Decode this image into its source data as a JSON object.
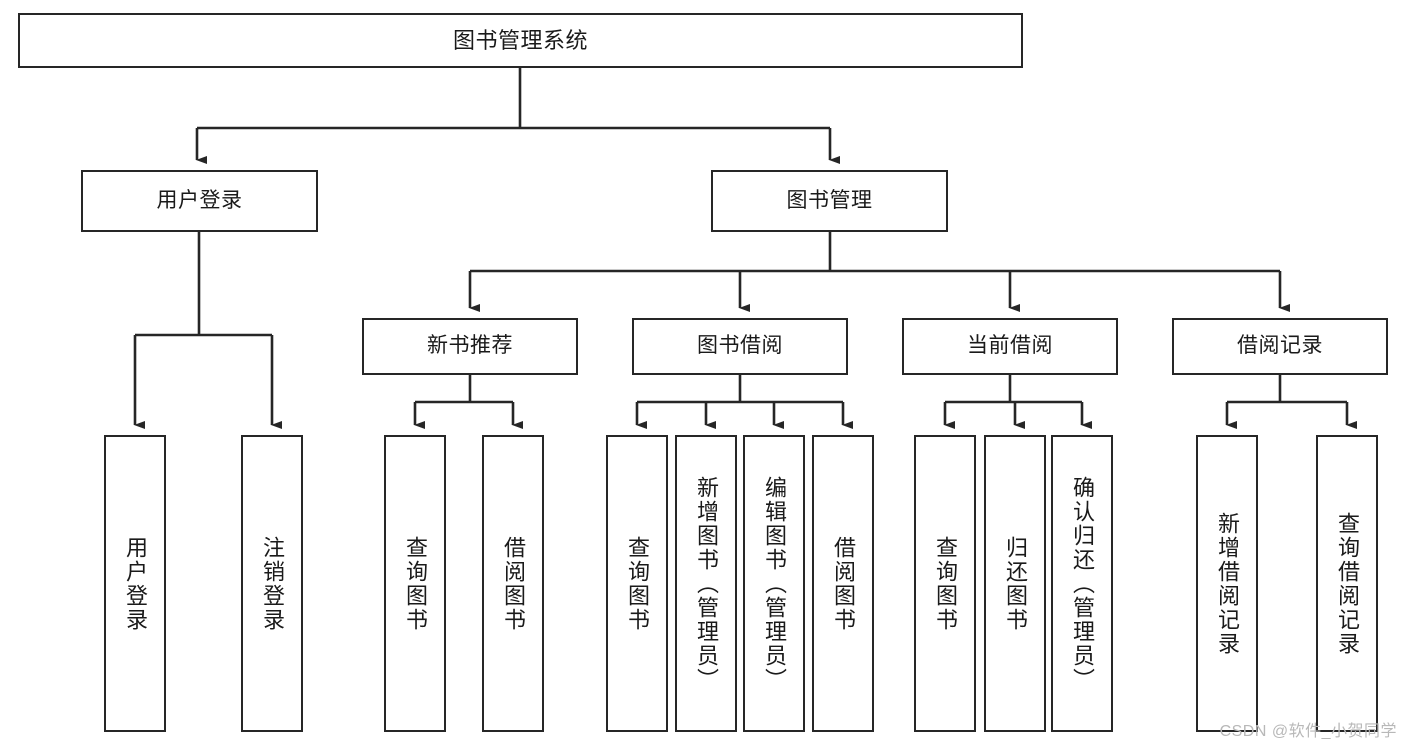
{
  "diagram": {
    "type": "tree-hierarchy-chart",
    "title": "图书管理系统",
    "orientation": "top-down",
    "colors": {
      "box_border": "#262626",
      "box_fill": "#ffffff",
      "connector": "#262626",
      "text": "#1a1a1a",
      "watermark": "#b8b8b8",
      "background": "#ffffff"
    },
    "levels": [
      {
        "level": 1,
        "nodes": [
          {
            "id": "root",
            "label": "图书管理系统",
            "text_orientation": "horizontal"
          }
        ]
      },
      {
        "level": 2,
        "nodes": [
          {
            "id": "user-login",
            "label": "用户登录",
            "text_orientation": "horizontal",
            "parent": "root"
          },
          {
            "id": "book-manage",
            "label": "图书管理",
            "text_orientation": "horizontal",
            "parent": "root"
          }
        ]
      },
      {
        "level": 3,
        "nodes": [
          {
            "id": "new-book-rec",
            "label": "新书推荐",
            "text_orientation": "horizontal",
            "parent": "book-manage"
          },
          {
            "id": "book-borrow",
            "label": "图书借阅",
            "text_orientation": "horizontal",
            "parent": "book-manage"
          },
          {
            "id": "current-borrow",
            "label": "当前借阅",
            "text_orientation": "horizontal",
            "parent": "book-manage"
          },
          {
            "id": "borrow-record",
            "label": "借阅记录",
            "text_orientation": "horizontal",
            "parent": "book-manage"
          }
        ]
      },
      {
        "level": 4,
        "nodes": [
          {
            "id": "leaf-user-login",
            "label": "用户登录",
            "text_orientation": "vertical",
            "parent": "user-login"
          },
          {
            "id": "leaf-logout",
            "label": "注销登录",
            "text_orientation": "vertical",
            "parent": "user-login"
          },
          {
            "id": "leaf-query-book-1",
            "label": "查询图书",
            "text_orientation": "vertical",
            "parent": "new-book-rec"
          },
          {
            "id": "leaf-borrow-book-1",
            "label": "借阅图书",
            "text_orientation": "vertical",
            "parent": "new-book-rec"
          },
          {
            "id": "leaf-query-book-2",
            "label": "查询图书",
            "text_orientation": "vertical",
            "parent": "book-borrow"
          },
          {
            "id": "leaf-add-book",
            "label": "新增图书（管理员）",
            "text_orientation": "vertical",
            "parent": "book-borrow"
          },
          {
            "id": "leaf-edit-book",
            "label": "编辑图书（管理员）",
            "text_orientation": "vertical",
            "parent": "book-borrow"
          },
          {
            "id": "leaf-borrow-book-2",
            "label": "借阅图书",
            "text_orientation": "vertical",
            "parent": "book-borrow"
          },
          {
            "id": "leaf-query-book-3",
            "label": "查询图书",
            "text_orientation": "vertical",
            "parent": "current-borrow"
          },
          {
            "id": "leaf-return-book",
            "label": "归还图书",
            "text_orientation": "vertical",
            "parent": "current-borrow"
          },
          {
            "id": "leaf-confirm-return",
            "label": "确认归还（管理员）",
            "text_orientation": "vertical",
            "parent": "current-borrow"
          },
          {
            "id": "leaf-add-record",
            "label": "新增借阅记录",
            "text_orientation": "vertical",
            "parent": "borrow-record"
          },
          {
            "id": "leaf-query-record",
            "label": "查询借阅记录",
            "text_orientation": "vertical",
            "parent": "borrow-record"
          }
        ]
      }
    ]
  },
  "watermark": {
    "text": "CSDN @软件_小贺同学"
  }
}
